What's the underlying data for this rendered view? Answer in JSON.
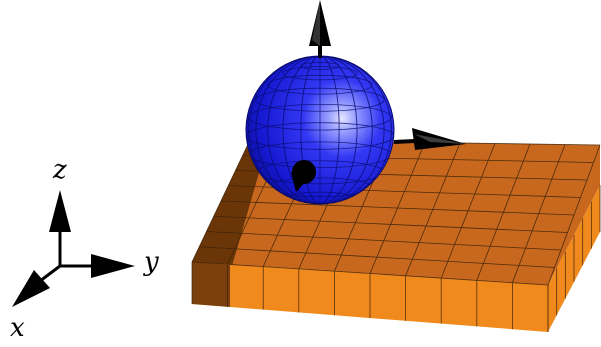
{
  "axes": {
    "x_label": "x",
    "y_label": "y",
    "z_label": "z"
  },
  "colors": {
    "plate_top": "#c8681e",
    "plate_front": "#f08a1c",
    "plate_left": "#7a3f0c",
    "grid_line": "#3a2108",
    "sphere_base": "#1e22ee",
    "sphere_highlight": "#d9dcff",
    "arrow": "#000000"
  },
  "icons": [
    "x-axis-arrow-icon",
    "y-axis-arrow-icon",
    "z-axis-arrow-icon",
    "vertical-arrow-icon",
    "horizontal-arrow-icon",
    "front-arrow-icon"
  ]
}
